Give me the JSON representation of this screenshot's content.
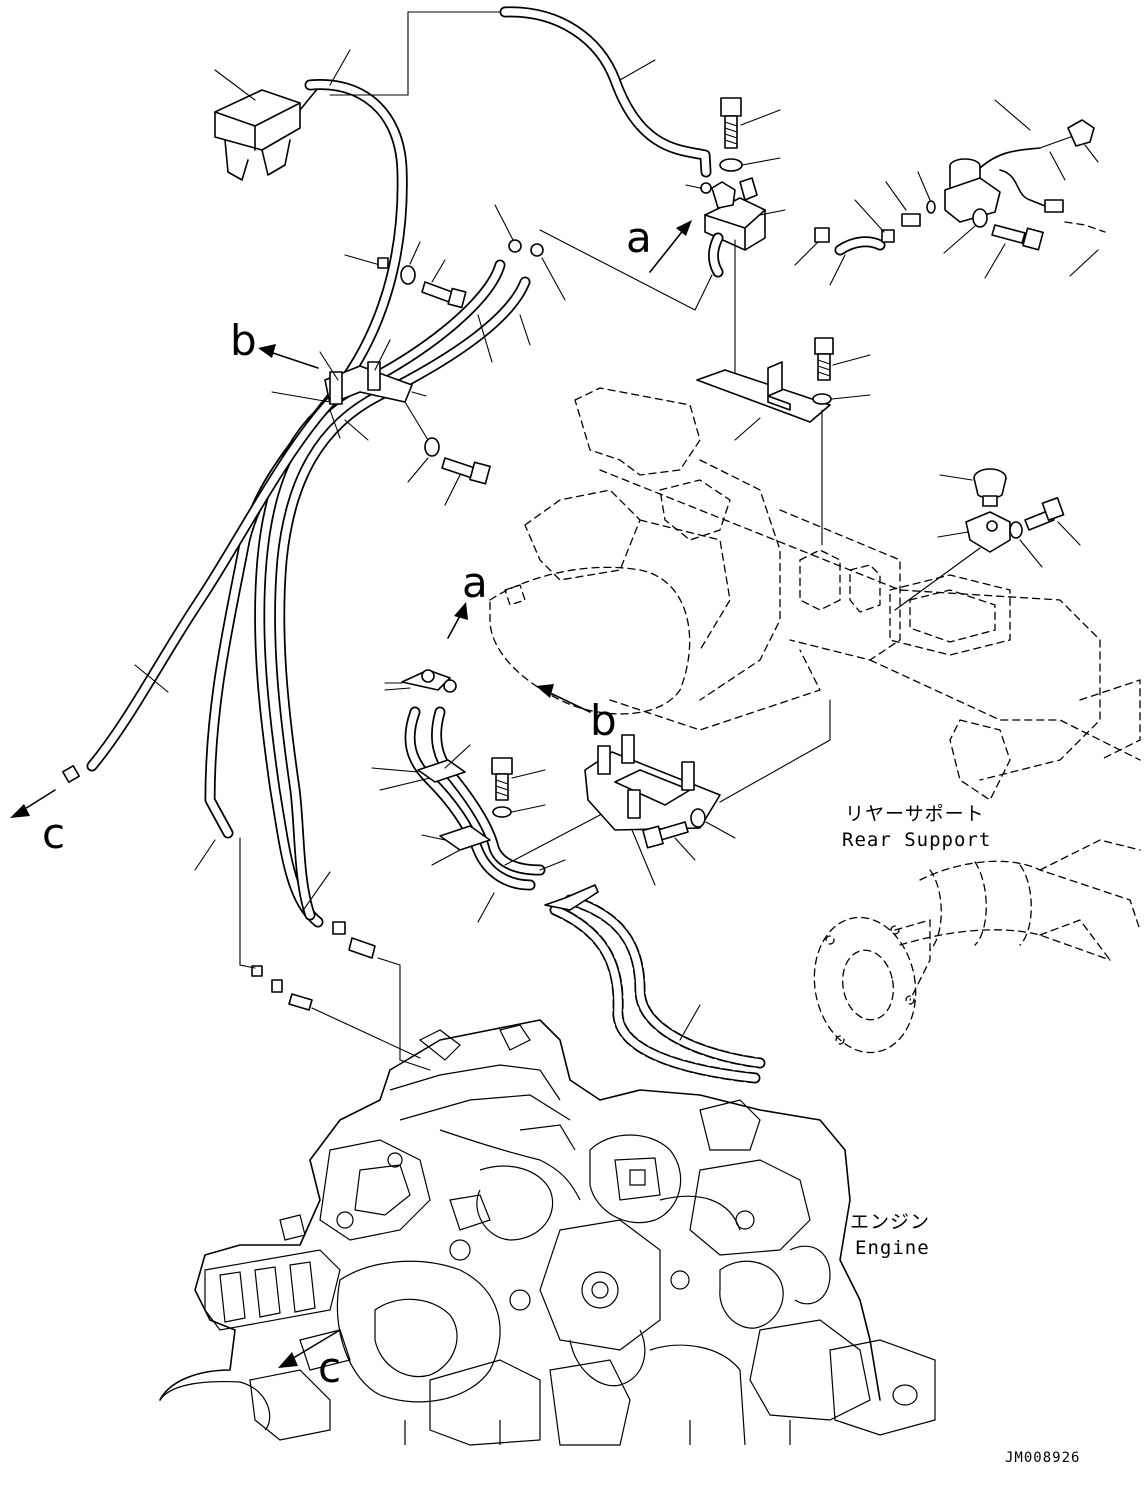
{
  "labels": {
    "view_a_top": "a",
    "view_b_top": "b",
    "view_c_left": "c",
    "view_a_mid": "a",
    "view_b_mid": "b",
    "view_c_bottom": "c"
  },
  "callouts": {
    "rear_support_jp": "リヤーサポート",
    "rear_support_en": "Rear Support",
    "engine_jp": "エンジン",
    "engine_en": "Engine"
  },
  "drawing_code": "JM008926"
}
